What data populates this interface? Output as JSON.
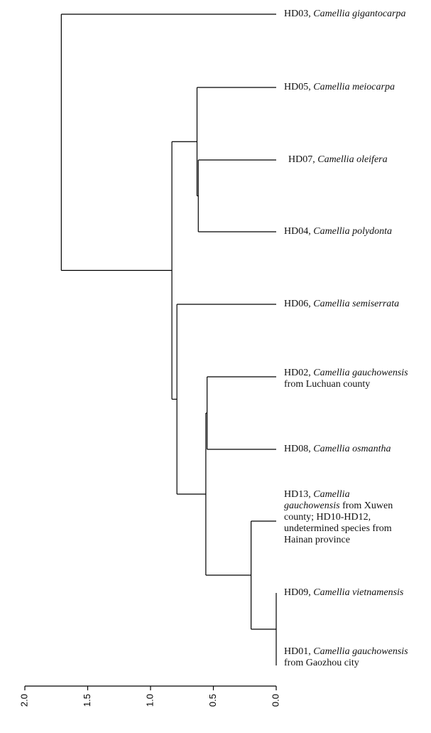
{
  "chart_data": {
    "type": "dendrogram",
    "orientation": "horizontal",
    "axis": {
      "ticks": [
        {
          "value": 2.0,
          "label": "2.0"
        },
        {
          "value": 1.5,
          "label": "1.5"
        },
        {
          "value": 1.0,
          "label": "1.0"
        },
        {
          "value": 0.5,
          "label": "0.5"
        },
        {
          "value": 0.0,
          "label": "0.0"
        }
      ],
      "range": [
        0,
        2.0
      ],
      "reversed": true
    },
    "leaves": [
      {
        "id": "HD03",
        "lines": [
          [
            {
              "t": "HD03, "
            },
            {
              "t": "Camellia gigantocarpa",
              "i": true
            }
          ]
        ]
      },
      {
        "id": "HD05",
        "lines": [
          [
            {
              "t": "HD05, "
            },
            {
              "t": "Camellia meiocarpa",
              "i": true
            }
          ]
        ]
      },
      {
        "id": "HD07",
        "lines": [
          [
            {
              "t": "HD07, "
            },
            {
              "t": "Camellia oleifera",
              "i": true
            }
          ]
        ]
      },
      {
        "id": "HD04",
        "lines": [
          [
            {
              "t": "HD04, "
            },
            {
              "t": "Camellia polydonta",
              "i": true
            }
          ]
        ]
      },
      {
        "id": "HD06",
        "lines": [
          [
            {
              "t": "HD06, "
            },
            {
              "t": "Camellia semiserrata",
              "i": true
            }
          ]
        ]
      },
      {
        "id": "HD02",
        "lines": [
          [
            {
              "t": "HD02, "
            },
            {
              "t": "Camellia gauchowensis",
              "i": true
            }
          ],
          [
            {
              "t": "from Luchuan county"
            }
          ]
        ]
      },
      {
        "id": "HD08",
        "lines": [
          [
            {
              "t": "HD08, "
            },
            {
              "t": "Camellia osmantha",
              "i": true
            }
          ]
        ]
      },
      {
        "id": "HD13",
        "lines": [
          [
            {
              "t": "HD13, "
            },
            {
              "t": "Camellia",
              "i": true
            }
          ],
          [
            {
              "t": "gauchowensis",
              "i": true
            },
            {
              "t": " from Xuwen"
            }
          ],
          [
            {
              "t": "county; HD10-HD12,"
            }
          ],
          [
            {
              "t": "undetermined species from"
            }
          ],
          [
            {
              "t": "Hainan province"
            }
          ]
        ]
      },
      {
        "id": "HD09",
        "lines": [
          [
            {
              "t": "HD09, "
            },
            {
              "t": "Camellia vietnamensis",
              "i": true
            }
          ]
        ]
      },
      {
        "id": "HD01",
        "lines": [
          [
            {
              "t": "HD01, "
            },
            {
              "t": "Camellia gauchowensis",
              "i": true
            }
          ],
          [
            {
              "t": "from Gaozhou city"
            }
          ]
        ]
      }
    ],
    "merges": [
      {
        "id": "m_09_01",
        "children": [
          "HD09",
          "HD01"
        ],
        "height": 0.0
      },
      {
        "id": "m_13",
        "children": [
          "HD13",
          "m_09_01"
        ],
        "height": 0.2
      },
      {
        "id": "m_02_08",
        "children": [
          "HD02",
          "HD08"
        ],
        "height": 0.55
      },
      {
        "id": "m_c1",
        "children": [
          "m_02_08",
          "m_13"
        ],
        "height": 0.56
      },
      {
        "id": "m_07_04",
        "children": [
          "HD07",
          "HD04"
        ],
        "height": 0.62
      },
      {
        "id": "m_05",
        "children": [
          "HD05",
          "m_07_04"
        ],
        "height": 0.63
      },
      {
        "id": "m_06",
        "children": [
          "HD06",
          "m_c1"
        ],
        "height": 0.79
      },
      {
        "id": "m_big",
        "children": [
          "m_05",
          "m_06"
        ],
        "height": 0.83
      },
      {
        "id": "m_root",
        "children": [
          "HD03",
          "m_big"
        ],
        "height": 1.71
      }
    ]
  }
}
